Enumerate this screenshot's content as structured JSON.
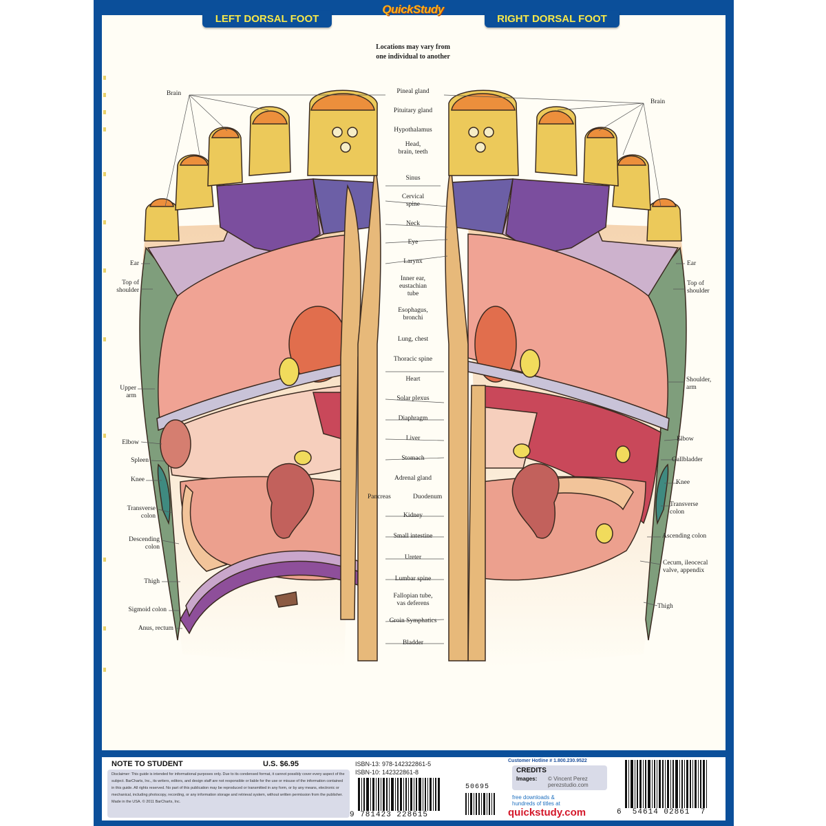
{
  "header": {
    "brand": "QuickStudy",
    "left_tab": "LEFT DORSAL FOOT",
    "right_tab": "RIGHT DORSAL FOOT",
    "note_line1": "Locations may vary from",
    "note_line2": "one individual to another"
  },
  "colors": {
    "frame_blue": "#0b4f9a",
    "tab_text_yellow": "#f7e84a",
    "paper": "#fffdf5",
    "toe_yellow": "#ecc95a",
    "toe_tip_orange": "#ec8f3c",
    "purple": "#7b4e9e",
    "lavender": "#cdb2cd",
    "pink": "#f0a394",
    "green": "#7f9e7c",
    "teal": "#3f8a80",
    "heart_orange": "#e16e4d",
    "liver_red": "#c9485a",
    "kidney": "#c2615c",
    "spine_tan": "#e7b97a",
    "gland_yellow": "#f1db5c",
    "site_red": "#d4182a"
  },
  "labels": {
    "left_side": [
      {
        "text": "Brain"
      },
      {
        "text": "Ear"
      },
      {
        "text": "Top of\nshoulder"
      },
      {
        "text": "Upper\narm"
      },
      {
        "text": "Elbow"
      },
      {
        "text": "Spleen"
      },
      {
        "text": "Knee"
      },
      {
        "text": "Transverse\ncolon"
      },
      {
        "text": "Descending\ncolon"
      },
      {
        "text": "Thigh"
      },
      {
        "text": "Sigmoid colon"
      },
      {
        "text": "Anus, rectum"
      }
    ],
    "center": [
      {
        "text": "Pineal gland"
      },
      {
        "text": "Pituitary gland"
      },
      {
        "text": "Hypothalamus"
      },
      {
        "text": "Head,\nbrain, teeth"
      },
      {
        "text": "Sinus"
      },
      {
        "text": "Cervical\nspine"
      },
      {
        "text": "Neck"
      },
      {
        "text": "Eye"
      },
      {
        "text": "Larynx"
      },
      {
        "text": "Inner ear,\neustachian\ntube"
      },
      {
        "text": "Esophagus,\nbronchi"
      },
      {
        "text": "Lung, chest"
      },
      {
        "text": "Thoracic spine"
      },
      {
        "text": "Heart"
      },
      {
        "text": "Solar plexus"
      },
      {
        "text": "Diaphragm"
      },
      {
        "text": "Liver"
      },
      {
        "text": "Stomach"
      },
      {
        "text": "Adrenal gland"
      },
      {
        "text": "Pancreas"
      },
      {
        "text": "Duodenum"
      },
      {
        "text": "Kidney"
      },
      {
        "text": "Small intestine"
      },
      {
        "text": "Ureter"
      },
      {
        "text": "Lumbar spine"
      },
      {
        "text": "Fallopian tube,\nvas deferens"
      },
      {
        "text": "Groin Symphatics"
      },
      {
        "text": "Bladder"
      }
    ],
    "right_side": [
      {
        "text": "Brain"
      },
      {
        "text": "Ear"
      },
      {
        "text": "Top of\nshoulder"
      },
      {
        "text": "Shoulder,\narm"
      },
      {
        "text": "Elbow"
      },
      {
        "text": "Gallbladder"
      },
      {
        "text": "Knee"
      },
      {
        "text": "Transverse\ncolon"
      },
      {
        "text": "Ascending colon"
      },
      {
        "text": "Cecum, ileocecal\nvalve, appendix"
      },
      {
        "text": "Thigh"
      }
    ]
  },
  "footer": {
    "note_title": "NOTE TO STUDENT",
    "price": "U.S. $6.95",
    "note_body": "Disclaimer: This guide is intended for informational purposes only. Due to its condensed format, it cannot possibly cover every aspect of the subject. BarCharts, Inc., its writers, editors, and design staff are not responsible or liable for the use or misuse of the information contained in this guide. All rights reserved. No part of this publication may be reproduced or transmitted in any form, or by any means, electronic or mechanical, including photocopy, recording, or any information storage and retrieval system, without written permission from the publisher. Made in the USA. © 2011 BarCharts, Inc.",
    "isbn13": "ISBN-13: 978-142322861-5",
    "isbn10": "ISBN-10: 142322861-8",
    "barcode1_number": "9 781423 228615",
    "barcode1_addon": "50695",
    "customer_hotline": "Customer Hotline # 1.800.230.9522",
    "credits_title": "CREDITS",
    "credits_images_label": "Images:",
    "credits_images_value": "© Vincent Perez\nperezstudio.com",
    "downloads_text": "free downloads &\nhundreds of titles at",
    "site": "quickstudy.com",
    "barcode2_number": "6  54614 02861  7"
  }
}
